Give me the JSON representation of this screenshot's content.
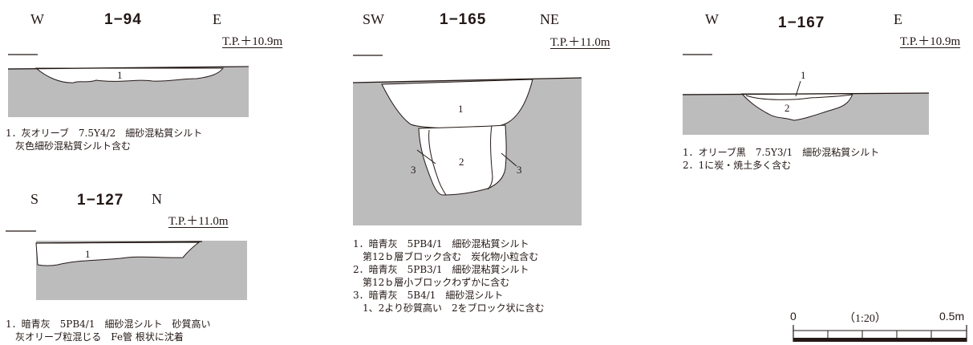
{
  "sections": [
    {
      "id": "1−94",
      "left_dir": "W",
      "right_dir": "E",
      "tp": "T.P.＋10.9m",
      "layers": [
        "1"
      ],
      "description": [
        "1．灰オリーブ　7.5Y4/2　細砂混粘質シルト",
        "　灰色細砂混粘質シルト含む"
      ]
    },
    {
      "id": "1−127",
      "left_dir": "S",
      "right_dir": "N",
      "tp": "T.P.＋11.0m",
      "layers": [
        "1"
      ],
      "description": [
        "1．暗青灰　5PB4/1　細砂混シルト　砂質高い",
        "　灰オリーブ粒混じる　Fe管 根状に沈着"
      ]
    },
    {
      "id": "1−165",
      "left_dir": "SW",
      "right_dir": "NE",
      "tp": "T.P.＋11.0m",
      "layers": [
        "1",
        "2",
        "3",
        "3"
      ],
      "description": [
        "1．暗青灰　5PB4/1　細砂混粘質シルト",
        "　第12ｂ層ブロック含む　炭化物小粒含む",
        "2．暗青灰　5PB3/1　細砂混粘質シルト",
        "　第12ｂ層小ブロックわずかに含む",
        "3．暗青灰　5B4/1　細砂混シルト",
        "　1、2より砂質高い　2をブロック状に含む"
      ]
    },
    {
      "id": "1−167",
      "left_dir": "W",
      "right_dir": "E",
      "tp": "T.P.＋10.9m",
      "layers": [
        "1",
        "2"
      ],
      "description": [
        "1．オリーブ黒　7.5Y3/1　細砂混粘質シルト",
        "2．1に炭・焼土多く含む"
      ]
    }
  ],
  "scale": {
    "start": "0",
    "ratio": "（1:20）",
    "end": "0.5m"
  },
  "colors": {
    "soil": "#bcbcbd",
    "line": "#231815",
    "fill": "#ffffff"
  }
}
